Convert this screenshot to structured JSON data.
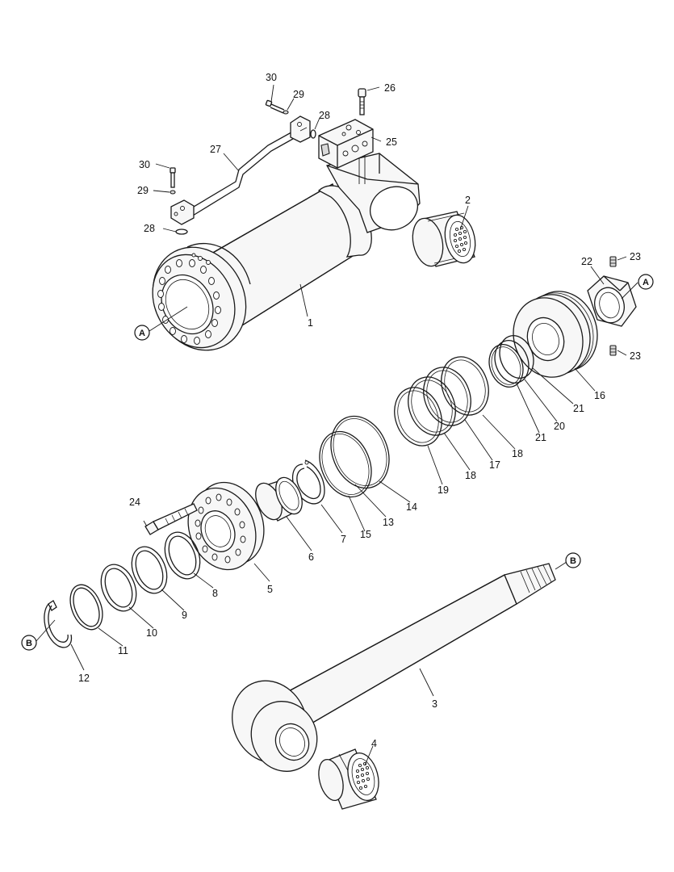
{
  "part_labels": [
    {
      "id": "p1",
      "text": "1"
    },
    {
      "id": "p2",
      "text": "2"
    },
    {
      "id": "p3",
      "text": "3"
    },
    {
      "id": "p4",
      "text": "4"
    },
    {
      "id": "p5",
      "text": "5"
    },
    {
      "id": "p6",
      "text": "6"
    },
    {
      "id": "p7",
      "text": "7"
    },
    {
      "id": "p8",
      "text": "8"
    },
    {
      "id": "p9",
      "text": "9"
    },
    {
      "id": "p10",
      "text": "10"
    },
    {
      "id": "p11",
      "text": "11"
    },
    {
      "id": "p12",
      "text": "12"
    },
    {
      "id": "p13",
      "text": "13"
    },
    {
      "id": "p14",
      "text": "14"
    },
    {
      "id": "p15",
      "text": "15"
    },
    {
      "id": "p16",
      "text": "16"
    },
    {
      "id": "p17",
      "text": "17"
    },
    {
      "id": "p18a",
      "text": "18"
    },
    {
      "id": "p18b",
      "text": "18"
    },
    {
      "id": "p19",
      "text": "19"
    },
    {
      "id": "p20",
      "text": "20"
    },
    {
      "id": "p21a",
      "text": "21"
    },
    {
      "id": "p21b",
      "text": "21"
    },
    {
      "id": "p22",
      "text": "22"
    },
    {
      "id": "p23a",
      "text": "23"
    },
    {
      "id": "p23b",
      "text": "23"
    },
    {
      "id": "p24",
      "text": "24"
    },
    {
      "id": "p25",
      "text": "25"
    },
    {
      "id": "p26",
      "text": "26"
    },
    {
      "id": "p27",
      "text": "27"
    },
    {
      "id": "p28a",
      "text": "28"
    },
    {
      "id": "p28b",
      "text": "28"
    },
    {
      "id": "p29a",
      "text": "29"
    },
    {
      "id": "p29b",
      "text": "29"
    },
    {
      "id": "p30a",
      "text": "30"
    },
    {
      "id": "p30b",
      "text": "30"
    }
  ],
  "reference_markers": [
    {
      "id": "refA1",
      "text": "A"
    },
    {
      "id": "refA2",
      "text": "A"
    },
    {
      "id": "refB1",
      "text": "B"
    },
    {
      "id": "refB2",
      "text": "B"
    }
  ]
}
